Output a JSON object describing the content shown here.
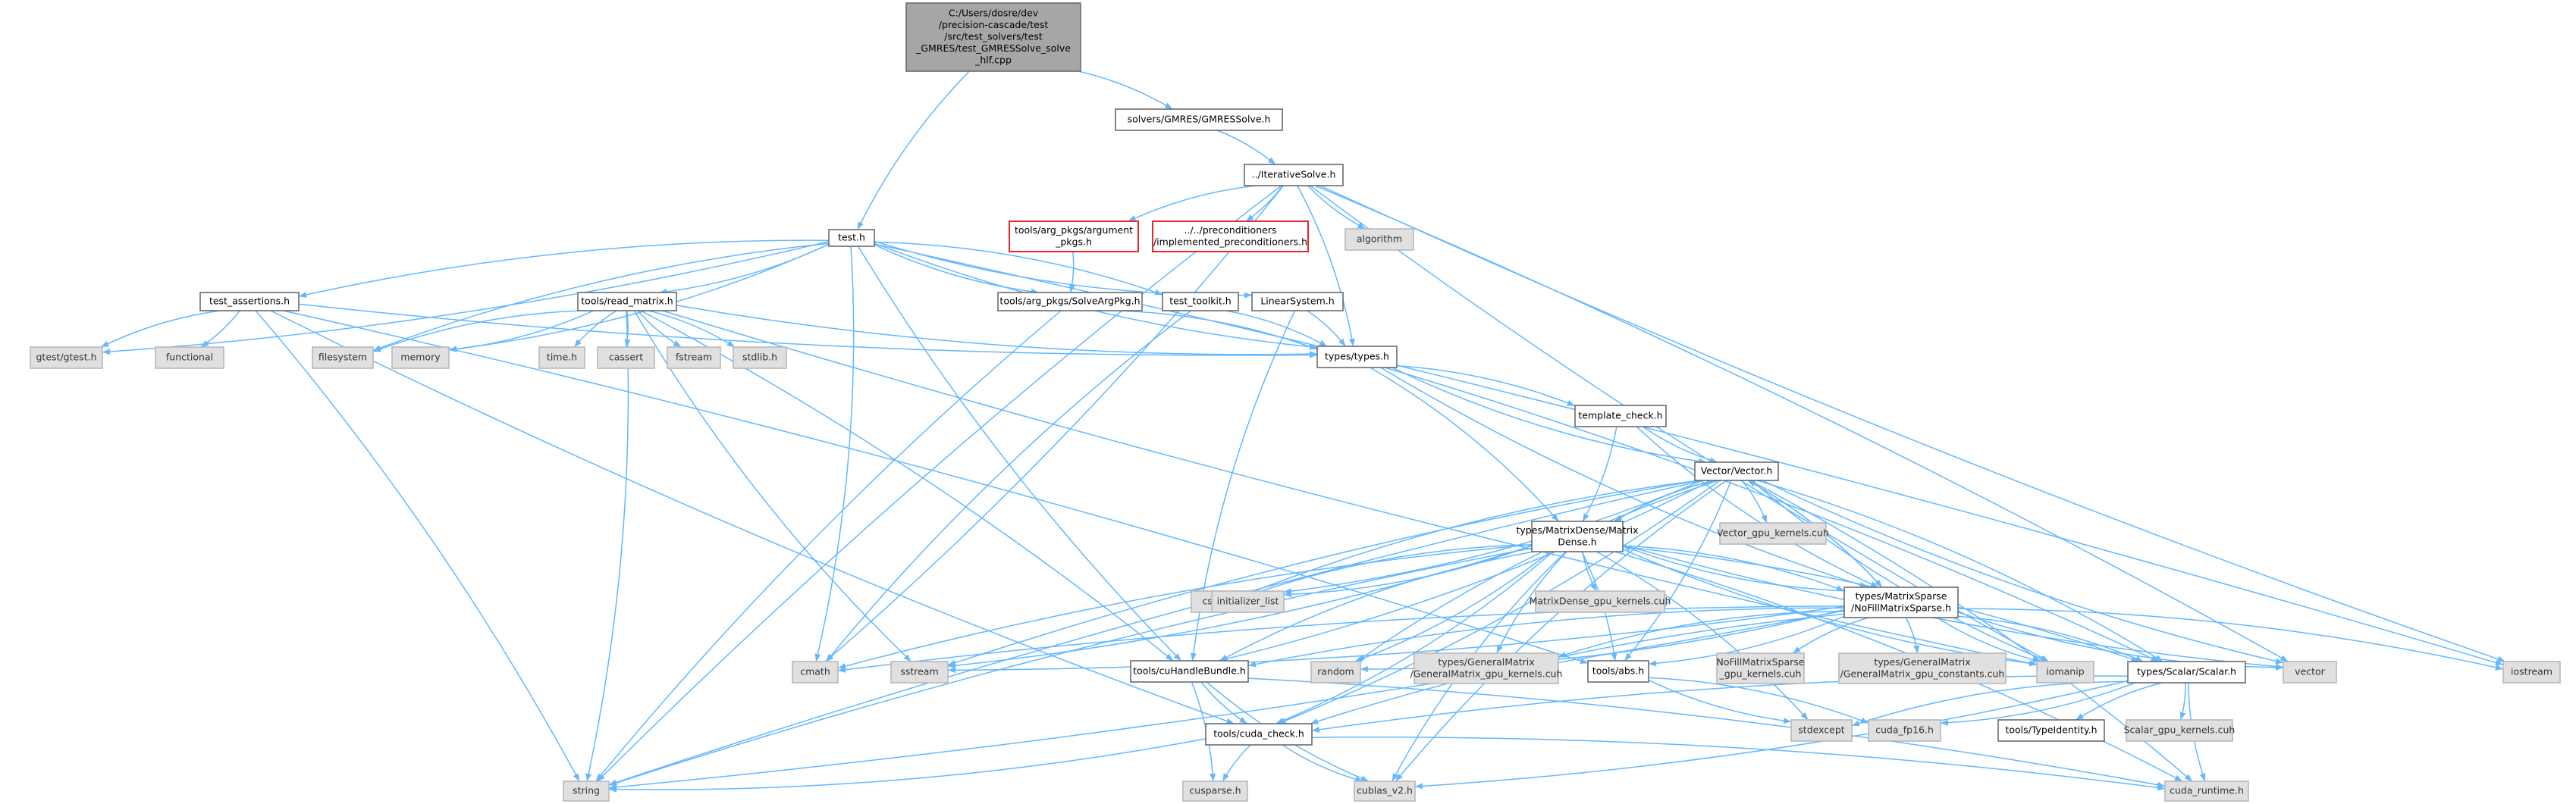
{
  "colors": {
    "edge": "#63b8ff",
    "root_fill": "#a6a6a6",
    "ext_fill": "#e0e0e0",
    "red_border": "#e8272c"
  },
  "nodes": {
    "root": {
      "lines": [
        "C:/Users/dosre/dev",
        "/precision-cascade/test",
        "/src/test_solvers/test",
        "_GMRES/test_GMRESSolve_solve",
        "_hlf.cpp"
      ],
      "kind": "root"
    },
    "gmres": {
      "lines": [
        "solvers/GMRES/GMRESSolve.h"
      ],
      "kind": "plain"
    },
    "iterative": {
      "lines": [
        "../IterativeSolve.h"
      ],
      "kind": "plain"
    },
    "test": {
      "lines": [
        "test.h"
      ],
      "kind": "plain"
    },
    "argument": {
      "lines": [
        "tools/arg_pkgs/argument",
        "_pkgs.h"
      ],
      "kind": "red"
    },
    "precond": {
      "lines": [
        "../../preconditioners",
        "/implemented_preconditioners.h"
      ],
      "kind": "red"
    },
    "algorithm": {
      "lines": [
        "algorithm"
      ],
      "kind": "ext"
    },
    "test_assertions": {
      "lines": [
        "test_assertions.h"
      ],
      "kind": "plain"
    },
    "read_matrix": {
      "lines": [
        "tools/read_matrix.h"
      ],
      "kind": "plain"
    },
    "solvearg": {
      "lines": [
        "tools/arg_pkgs/SolveArgPkg.h"
      ],
      "kind": "plain"
    },
    "test_toolkit": {
      "lines": [
        "test_toolkit.h"
      ],
      "kind": "plain"
    },
    "linsys": {
      "lines": [
        "LinearSystem.h"
      ],
      "kind": "plain"
    },
    "gtest": {
      "lines": [
        "gtest/gtest.h"
      ],
      "kind": "ext"
    },
    "functional": {
      "lines": [
        "functional"
      ],
      "kind": "ext"
    },
    "filesystem": {
      "lines": [
        "filesystem"
      ],
      "kind": "ext"
    },
    "memory": {
      "lines": [
        "memory"
      ],
      "kind": "ext"
    },
    "time": {
      "lines": [
        "time.h"
      ],
      "kind": "ext"
    },
    "cassert": {
      "lines": [
        "cassert"
      ],
      "kind": "ext"
    },
    "fstream": {
      "lines": [
        "fstream"
      ],
      "kind": "ext"
    },
    "stdlib": {
      "lines": [
        "stdlib.h"
      ],
      "kind": "ext"
    },
    "types": {
      "lines": [
        "types/types.h"
      ],
      "kind": "plain"
    },
    "template_check": {
      "lines": [
        "template_check.h"
      ],
      "kind": "plain"
    },
    "vector_h": {
      "lines": [
        "Vector/Vector.h"
      ],
      "kind": "plain"
    },
    "vector_gpu": {
      "lines": [
        "Vector_gpu_kernels.cuh"
      ],
      "kind": "ext"
    },
    "matrixdense": {
      "lines": [
        "types/MatrixDense/Matrix",
        "Dense.h"
      ],
      "kind": "plain"
    },
    "cstdlib": {
      "lines": [
        "cstdlib"
      ],
      "kind": "ext"
    },
    "init_list": {
      "lines": [
        "initializer_list"
      ],
      "kind": "ext"
    },
    "md_gpu": {
      "lines": [
        "MatrixDense_gpu_kernels.cuh"
      ],
      "kind": "ext"
    },
    "matrixsparse": {
      "lines": [
        "types/MatrixSparse",
        "/NoFillMatrixSparse.h"
      ],
      "kind": "plain"
    },
    "cmath": {
      "lines": [
        "cmath"
      ],
      "kind": "ext"
    },
    "sstream": {
      "lines": [
        "sstream"
      ],
      "kind": "ext"
    },
    "cuhandle": {
      "lines": [
        "tools/cuHandleBundle.h"
      ],
      "kind": "plain"
    },
    "random": {
      "lines": [
        "random"
      ],
      "kind": "ext"
    },
    "gm_gpu": {
      "lines": [
        "types/GeneralMatrix",
        "/GeneralMatrix_gpu_kernels.cuh"
      ],
      "kind": "ext"
    },
    "abs": {
      "lines": [
        "tools/abs.h"
      ],
      "kind": "plain"
    },
    "nfms_gpu": {
      "lines": [
        "NoFillMatrixSparse",
        "_gpu_kernels.cuh"
      ],
      "kind": "ext"
    },
    "gm_const": {
      "lines": [
        "types/GeneralMatrix",
        "/GeneralMatrix_gpu_constants.cuh"
      ],
      "kind": "ext"
    },
    "iomanip": {
      "lines": [
        "iomanip"
      ],
      "kind": "ext"
    },
    "scalar": {
      "lines": [
        "types/Scalar/Scalar.h"
      ],
      "kind": "plain"
    },
    "vector_std": {
      "lines": [
        "vector"
      ],
      "kind": "ext"
    },
    "iostream": {
      "lines": [
        "iostream"
      ],
      "kind": "ext"
    },
    "stdexcept": {
      "lines": [
        "stdexcept"
      ],
      "kind": "ext"
    },
    "cuda_fp16": {
      "lines": [
        "cuda_fp16.h"
      ],
      "kind": "ext"
    },
    "typeidentity": {
      "lines": [
        "tools/TypeIdentity.h"
      ],
      "kind": "plain"
    },
    "scalar_gpu": {
      "lines": [
        "Scalar_gpu_kernels.cuh"
      ],
      "kind": "ext"
    },
    "cuda_check": {
      "lines": [
        "tools/cuda_check.h"
      ],
      "kind": "plain"
    },
    "string": {
      "lines": [
        "string"
      ],
      "kind": "ext"
    },
    "cusparse": {
      "lines": [
        "cusparse.h"
      ],
      "kind": "ext"
    },
    "cublas": {
      "lines": [
        "cublas_v2.h"
      ],
      "kind": "ext"
    },
    "cuda_runtime": {
      "lines": [
        "cuda_runtime.h"
      ],
      "kind": "ext"
    }
  },
  "edges": [
    [
      "root",
      "gmres"
    ],
    [
      "root",
      "test"
    ],
    [
      "gmres",
      "iterative"
    ],
    [
      "iterative",
      "argument"
    ],
    [
      "iterative",
      "precond"
    ],
    [
      "iterative",
      "algorithm"
    ],
    [
      "iterative",
      "types"
    ],
    [
      "iterative",
      "string"
    ],
    [
      "iterative",
      "cmath"
    ],
    [
      "iterative",
      "iomanip"
    ],
    [
      "iterative",
      "vector_std"
    ],
    [
      "iterative",
      "iostream"
    ],
    [
      "argument",
      "solvearg"
    ],
    [
      "test",
      "test_assertions"
    ],
    [
      "test",
      "read_matrix"
    ],
    [
      "test",
      "solvearg"
    ],
    [
      "test",
      "test_toolkit"
    ],
    [
      "test",
      "linsys"
    ],
    [
      "test",
      "gtest"
    ],
    [
      "test",
      "filesystem"
    ],
    [
      "test",
      "memory"
    ],
    [
      "test",
      "types"
    ],
    [
      "test",
      "cmath"
    ],
    [
      "test",
      "cuhandle"
    ],
    [
      "test",
      "iostream"
    ],
    [
      "test_assertions",
      "gtest"
    ],
    [
      "test_assertions",
      "functional"
    ],
    [
      "test_assertions",
      "types"
    ],
    [
      "test_assertions",
      "string"
    ],
    [
      "test_assertions",
      "cuda_check"
    ],
    [
      "test_assertions",
      "abs"
    ],
    [
      "read_matrix",
      "filesystem"
    ],
    [
      "read_matrix",
      "memory"
    ],
    [
      "read_matrix",
      "time"
    ],
    [
      "read_matrix",
      "cassert"
    ],
    [
      "read_matrix",
      "fstream"
    ],
    [
      "read_matrix",
      "stdlib"
    ],
    [
      "read_matrix",
      "types"
    ],
    [
      "read_matrix",
      "string"
    ],
    [
      "read_matrix",
      "sstream"
    ],
    [
      "read_matrix",
      "cuhandle"
    ],
    [
      "read_matrix",
      "iomanip"
    ],
    [
      "solvearg",
      "types"
    ],
    [
      "solvearg",
      "string"
    ],
    [
      "test_toolkit",
      "types"
    ],
    [
      "test_toolkit",
      "cmath"
    ],
    [
      "linsys",
      "types"
    ],
    [
      "linsys",
      "cuhandle"
    ],
    [
      "types",
      "template_check"
    ],
    [
      "types",
      "vector_h"
    ],
    [
      "types",
      "matrixdense"
    ],
    [
      "types",
      "matrixsparse"
    ],
    [
      "types",
      "scalar"
    ],
    [
      "template_check",
      "vector_h"
    ],
    [
      "template_check",
      "matrixdense"
    ],
    [
      "template_check",
      "matrixsparse"
    ],
    [
      "vector_h",
      "vector_gpu"
    ],
    [
      "vector_h",
      "matrixdense"
    ],
    [
      "vector_h",
      "matrixsparse"
    ],
    [
      "vector_h",
      "cstdlib"
    ],
    [
      "vector_h",
      "init_list"
    ],
    [
      "vector_h",
      "sstream"
    ],
    [
      "vector_h",
      "cuhandle"
    ],
    [
      "vector_h",
      "random"
    ],
    [
      "vector_h",
      "abs"
    ],
    [
      "vector_h",
      "iomanip"
    ],
    [
      "vector_h",
      "scalar"
    ],
    [
      "vector_h",
      "vector_std"
    ],
    [
      "vector_h",
      "cuda_check"
    ],
    [
      "vector_h",
      "cublas"
    ],
    [
      "vector_h",
      "cuda_runtime"
    ],
    [
      "vector_h",
      "string"
    ],
    [
      "matrixdense",
      "vector_h"
    ],
    [
      "matrixdense",
      "cstdlib"
    ],
    [
      "matrixdense",
      "init_list"
    ],
    [
      "matrixdense",
      "md_gpu"
    ],
    [
      "matrixdense",
      "matrixsparse"
    ],
    [
      "matrixdense",
      "cmath"
    ],
    [
      "matrixdense",
      "sstream"
    ],
    [
      "matrixdense",
      "cuhandle"
    ],
    [
      "matrixdense",
      "random"
    ],
    [
      "matrixdense",
      "gm_gpu"
    ],
    [
      "matrixdense",
      "abs"
    ],
    [
      "matrixdense",
      "iomanip"
    ],
    [
      "matrixdense",
      "scalar"
    ],
    [
      "matrixdense",
      "vector_std"
    ],
    [
      "matrixdense",
      "cuda_check"
    ],
    [
      "matrixdense",
      "cublas"
    ],
    [
      "matrixdense",
      "cuda_runtime"
    ],
    [
      "matrixdense",
      "string"
    ],
    [
      "matrixdense",
      "stdexcept"
    ],
    [
      "matrixsparse",
      "vector_h"
    ],
    [
      "matrixsparse",
      "matrixdense"
    ],
    [
      "matrixsparse",
      "cmath"
    ],
    [
      "matrixsparse",
      "sstream"
    ],
    [
      "matrixsparse",
      "cuhandle"
    ],
    [
      "matrixsparse",
      "random"
    ],
    [
      "matrixsparse",
      "gm_gpu"
    ],
    [
      "matrixsparse",
      "abs"
    ],
    [
      "matrixsparse",
      "nfms_gpu"
    ],
    [
      "matrixsparse",
      "gm_const"
    ],
    [
      "matrixsparse",
      "iomanip"
    ],
    [
      "matrixsparse",
      "scalar"
    ],
    [
      "matrixsparse",
      "vector_std"
    ],
    [
      "matrixsparse",
      "iostream"
    ],
    [
      "matrixsparse",
      "cuda_check"
    ],
    [
      "matrixsparse",
      "string"
    ],
    [
      "cuhandle",
      "cuda_check"
    ],
    [
      "cuhandle",
      "cusparse"
    ],
    [
      "cuhandle",
      "cublas"
    ],
    [
      "cuhandle",
      "cuda_runtime"
    ],
    [
      "abs",
      "stdexcept"
    ],
    [
      "abs",
      "cuda_fp16"
    ],
    [
      "scalar",
      "stdexcept"
    ],
    [
      "scalar",
      "cuda_fp16"
    ],
    [
      "scalar",
      "typeidentity"
    ],
    [
      "scalar",
      "scalar_gpu"
    ],
    [
      "scalar",
      "cuda_check"
    ],
    [
      "scalar",
      "cublas"
    ],
    [
      "scalar",
      "cuda_runtime"
    ],
    [
      "cuda_check",
      "string"
    ],
    [
      "cuda_check",
      "cublas"
    ],
    [
      "cuda_check",
      "cuda_runtime"
    ],
    [
      "cuda_check",
      "cusparse"
    ]
  ]
}
